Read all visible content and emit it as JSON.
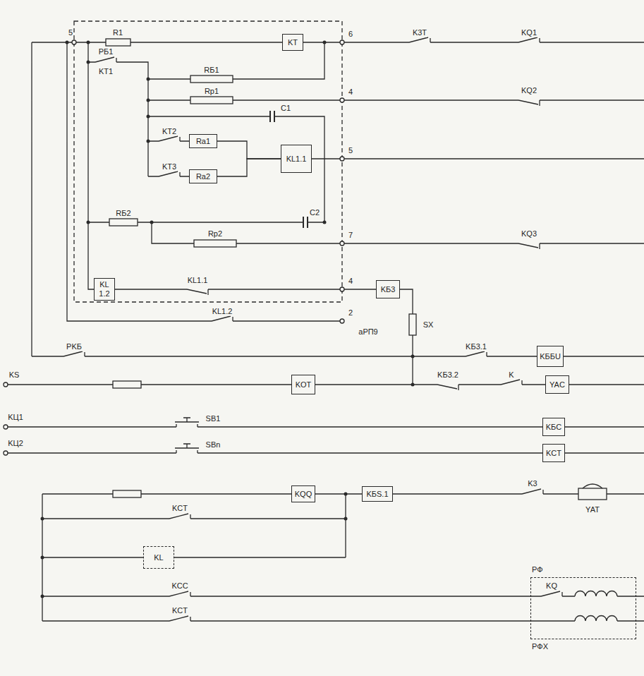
{
  "diagram": {
    "nodes": [
      {
        "text": [
          "KT"
        ]
      },
      {
        "text": [
          "Ra1"
        ]
      },
      {
        "text": [
          "Ra2"
        ]
      },
      {
        "text": [
          "KL1.1"
        ]
      },
      {
        "text": [
          "KL 1.2"
        ]
      },
      {
        "text": [
          "KБ3"
        ]
      },
      {
        "text": [
          "KББU"
        ]
      },
      {
        "text": [
          "YAC"
        ]
      },
      {
        "text": [
          "KOT"
        ]
      },
      {
        "text": [
          "KБC"
        ]
      },
      {
        "text": [
          "KCT"
        ]
      },
      {
        "text": [
          "KQQ"
        ]
      },
      {
        "text": [
          "KБS.1"
        ]
      },
      {
        "text": [
          "KL"
        ]
      },
      {
        "text": [
          "PФ",
          "PФX"
        ]
      }
    ],
    "edges": [
      {
        "from": 1,
        "to": 3,
        "arrow": "none"
      },
      {
        "from": 2,
        "to": 3,
        "arrow": "none"
      },
      {
        "from": 11,
        "to": 12,
        "arrow": "none"
      }
    ],
    "labels": [
      "5",
      "R1",
      "PБ1",
      "KT1",
      "RБ1",
      "Rр1",
      "C1",
      "KT2",
      "KT3",
      "RБ2",
      "C2",
      "Rр2",
      "KL1.1",
      "KL1.2",
      "6",
      "4",
      "5",
      "7",
      "4",
      "2",
      "aPП9",
      "K3T",
      "KQ1",
      "KQ2",
      "KQ3",
      "SX",
      "PKБ",
      "KБ3.1",
      "KБ3.2",
      "K",
      "KS",
      "KЦ1",
      "SB1",
      "KЦ2",
      "SBn",
      "K3",
      "YAT",
      "KCT",
      "KCC",
      "KQ",
      "KCT"
    ]
  }
}
